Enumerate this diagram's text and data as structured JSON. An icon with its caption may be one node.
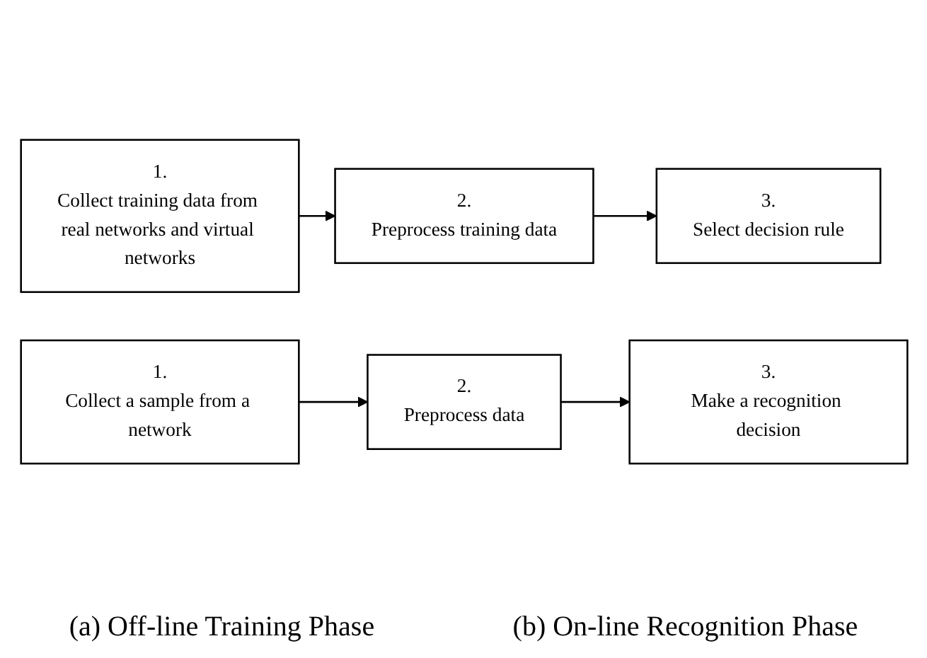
{
  "diagram": {
    "nodes": [
      {
        "text": [
          "1.",
          "Collect training data from real networks and virtual networks"
        ]
      },
      {
        "text": [
          "2.",
          "Preprocess training data"
        ]
      },
      {
        "text": [
          "3.",
          "Select decision rule"
        ]
      },
      {
        "text": [
          "1.",
          "Collect a sample from a network"
        ]
      },
      {
        "text": [
          "2.",
          "Preprocess data"
        ]
      },
      {
        "text": [
          "3.",
          "Make a recognition decision"
        ]
      }
    ],
    "edges": [
      {
        "from": 0,
        "to": 1,
        "arrow": "to"
      },
      {
        "from": 1,
        "to": 2,
        "arrow": "to"
      },
      {
        "from": 3,
        "to": 4,
        "arrow": "to"
      },
      {
        "from": 4,
        "to": 5,
        "arrow": "to"
      }
    ],
    "labels": [
      "(a) Off-line Training Phase",
      "(b) On-line Recognition Phase"
    ]
  }
}
